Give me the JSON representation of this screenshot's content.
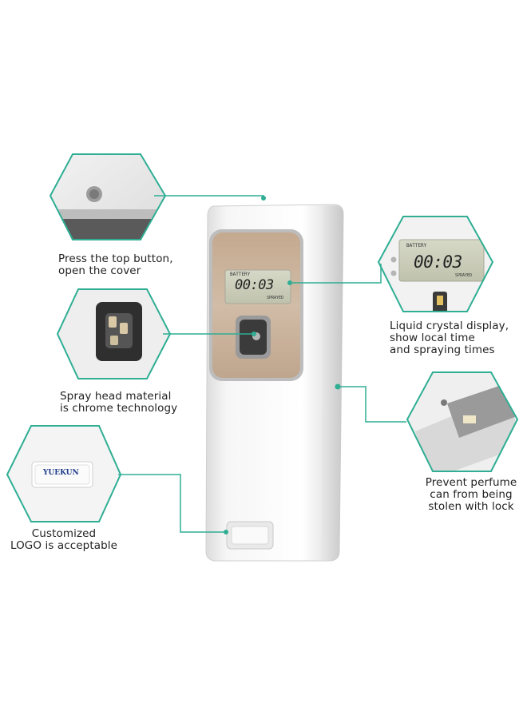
{
  "product": {
    "lcd_time": "00:03",
    "lcd_label": "BATTERY",
    "lcd_label_right": "SPRAYED",
    "logo_text": "YUEKUN"
  },
  "callouts": {
    "top_button": [
      "Press the top button,",
      "open the cover"
    ],
    "spray_head": [
      "Spray head material",
      "is chrome technology"
    ],
    "logo": [
      "Customized",
      "LOGO is acceptable"
    ],
    "lcd": [
      "Liquid crystal display,",
      "show local time",
      "and spraying times"
    ],
    "lock": [
      "Prevent perfume",
      "can from being",
      "stolen with lock"
    ]
  },
  "colors": {
    "accent": "#2fae94",
    "body": "#f3f3f3",
    "lcd_green": "#c9ccb8",
    "window_tint": "#c8b39c"
  }
}
